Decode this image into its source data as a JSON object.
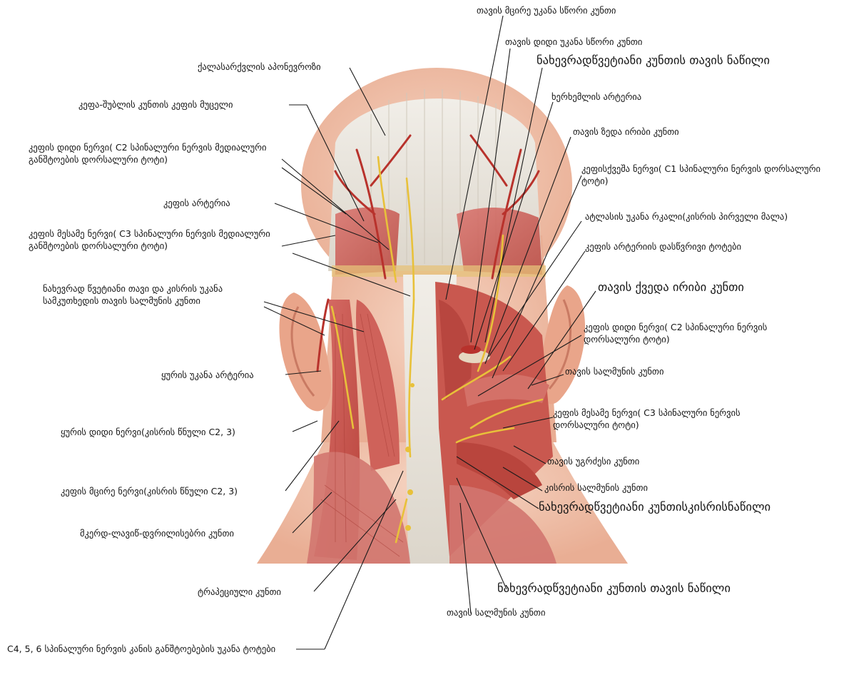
{
  "labels": {
    "l01": "თავის მცირე უკანა სწორი კუნთი",
    "l02": "თავის დიდი უკანა სწორი კუნთი",
    "l03": "ნახევრადწვეტიანი კუნთის თავის ნაწილი",
    "l04": "ხერხემლის არტერია",
    "l05": "თავის ზედა ირიბი კუნთი",
    "l06": "კეფისქვეშა ნერვი( C1 სპინალური ნერვის დორსალური ტოტი)",
    "l07": "ატლასის უკანა რკალი(კისრის პირველი მალა)",
    "l08": "კეფის არტერიის დასწვრივი ტოტები",
    "l09": "თავის ქვედა ირიბი კუნთი",
    "l10": "კეფის დიდი ნერვი( C2 სპინალური ნერვის დორსალური ტოტი)",
    "l11": "თავის სალმუნის კუნთი",
    "l12": "კეფის მესამე ნერვი( C3 სპინალური ნერვის დორსალური ტოტი)",
    "l13": "თავის უგრძესი კუნთი",
    "l14": "კისრის სალმუნის კუნთი",
    "l15": "ნახევრადწვეტიანი კუნთისკისრისნაწილი",
    "l16": "ნახევრადწვეტიანი კუნთის თავის ნაწილი",
    "l17": "თავის სალმუნის კუნთი",
    "r01": "ქალასარქვლის აპონევროზი",
    "r02": "კეფა-შუბლის კუნთის კეფის მუცელი",
    "r03": "კეფის დიდი ნერვი( C2 სპინალური ნერვის მედიალური განშტოების დორსალური ტოტი)",
    "r04": "კეფის არტერია",
    "r05": "კეფის მესამე ნერვი( C3 სპინალური ნერვის მედიალური განშტოების დორსალური ტოტი)",
    "r06": "ნახევრად წვეტიანი თავი და კისრის უკანა სამკუთხედის თავის სალმუნის კუნთი",
    "r07": "ყურის უკანა არტერია",
    "r08": "ყურის დიდი ნერვი(კისრის წნული  C2, 3)",
    "r09": "კეფის მცირე ნერვი(კისრის წნული C2, 3)",
    "r10": "მკერდ-ლავიწ-დვრილისებრი კუნთი",
    "r11": "ტრაპეციული კუნთი",
    "r12": "C4, 5, 6 სპინალური ნერვის კანის განშტოებების უკანა ტოტები"
  },
  "colors": {
    "skin": "#f3c9b4",
    "muscle": "#c9534a",
    "nerve": "#e8c13a",
    "fascia": "#d9dde6",
    "aponeurosis": "#ece7df",
    "artery": "#b8322c"
  }
}
